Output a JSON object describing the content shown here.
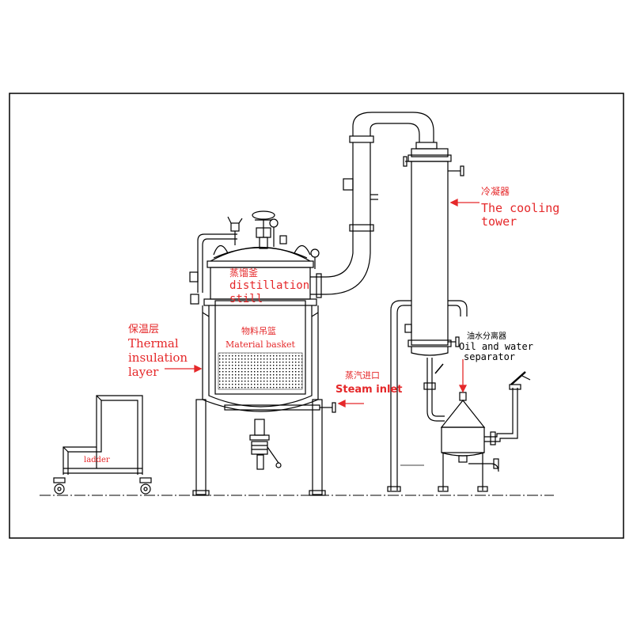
{
  "labels": {
    "distillation_cn": "蒸馏釜",
    "distillation_en_1": "distillation",
    "distillation_en_2": "still",
    "basket_cn": "物料吊篮",
    "basket_en": "Material basket",
    "insulation_cn": "保温层",
    "insulation_en_1": "Thermal",
    "insulation_en_2": "insulation",
    "insulation_en_3": "layer",
    "cooling_cn": "冷凝器",
    "cooling_en_1": "The cooling",
    "cooling_en_2": "tower",
    "separator_cn": "油水分离器",
    "separator_en_1": "Oil and water",
    "separator_en_2": "separator",
    "steam_cn": "蒸汽进口",
    "steam_en": "Steam inlet",
    "ladder": "ladder"
  },
  "colors": {
    "line": "#000000",
    "label_dark": "#000000",
    "label_red": "#e5282a",
    "arrow": "#e5282a",
    "background": "#ffffff"
  }
}
